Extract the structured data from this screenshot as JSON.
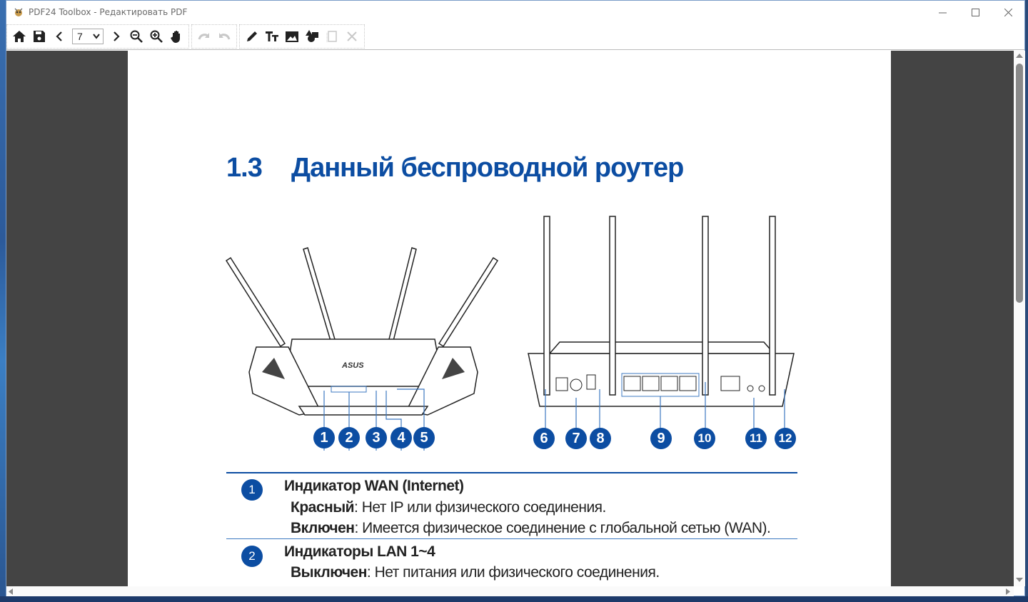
{
  "window": {
    "title": "PDF24 Toolbox - Редактировать PDF",
    "controls": {
      "minimize": "minimize-icon",
      "maximize": "maximize-icon",
      "close": "close-icon"
    }
  },
  "toolbar": {
    "groups": [
      [
        "home-icon",
        "save-icon",
        "prev-page-icon",
        "page-select",
        "next-page-icon",
        "zoom-out-icon",
        "zoom-in-icon",
        "hand-icon"
      ],
      [
        "redo-icon",
        "undo-icon"
      ],
      [
        "pen-icon",
        "text-icon",
        "image-icon",
        "shapes-icon",
        "crop-icon",
        "delete-icon"
      ]
    ],
    "page_value": "7"
  },
  "document": {
    "section_number": "1.3",
    "section_title": "Данный беспроводной роутер",
    "front_callouts": [
      "1",
      "2",
      "3",
      "4",
      "5"
    ],
    "back_callouts": [
      "6",
      "7",
      "8",
      "9",
      "10",
      "11",
      "12"
    ],
    "brand_logo": "ASUS",
    "items": [
      {
        "num": "1",
        "title": "Индикатор WAN (Internet)",
        "lines": [
          {
            "label": "Красный",
            "text": ": Нет IP или физического соединения."
          },
          {
            "label": "Включен",
            "text": ": Имеется физическое соединение с глобальной сетью (WAN)."
          }
        ]
      },
      {
        "num": "2",
        "title": "Индикаторы LAN 1~4",
        "lines": [
          {
            "label": "Выключен",
            "text": ": Нет питания или физического соединения."
          }
        ]
      }
    ]
  },
  "colors": {
    "accent": "#0c4da2",
    "viewer_bg": "#444444"
  }
}
